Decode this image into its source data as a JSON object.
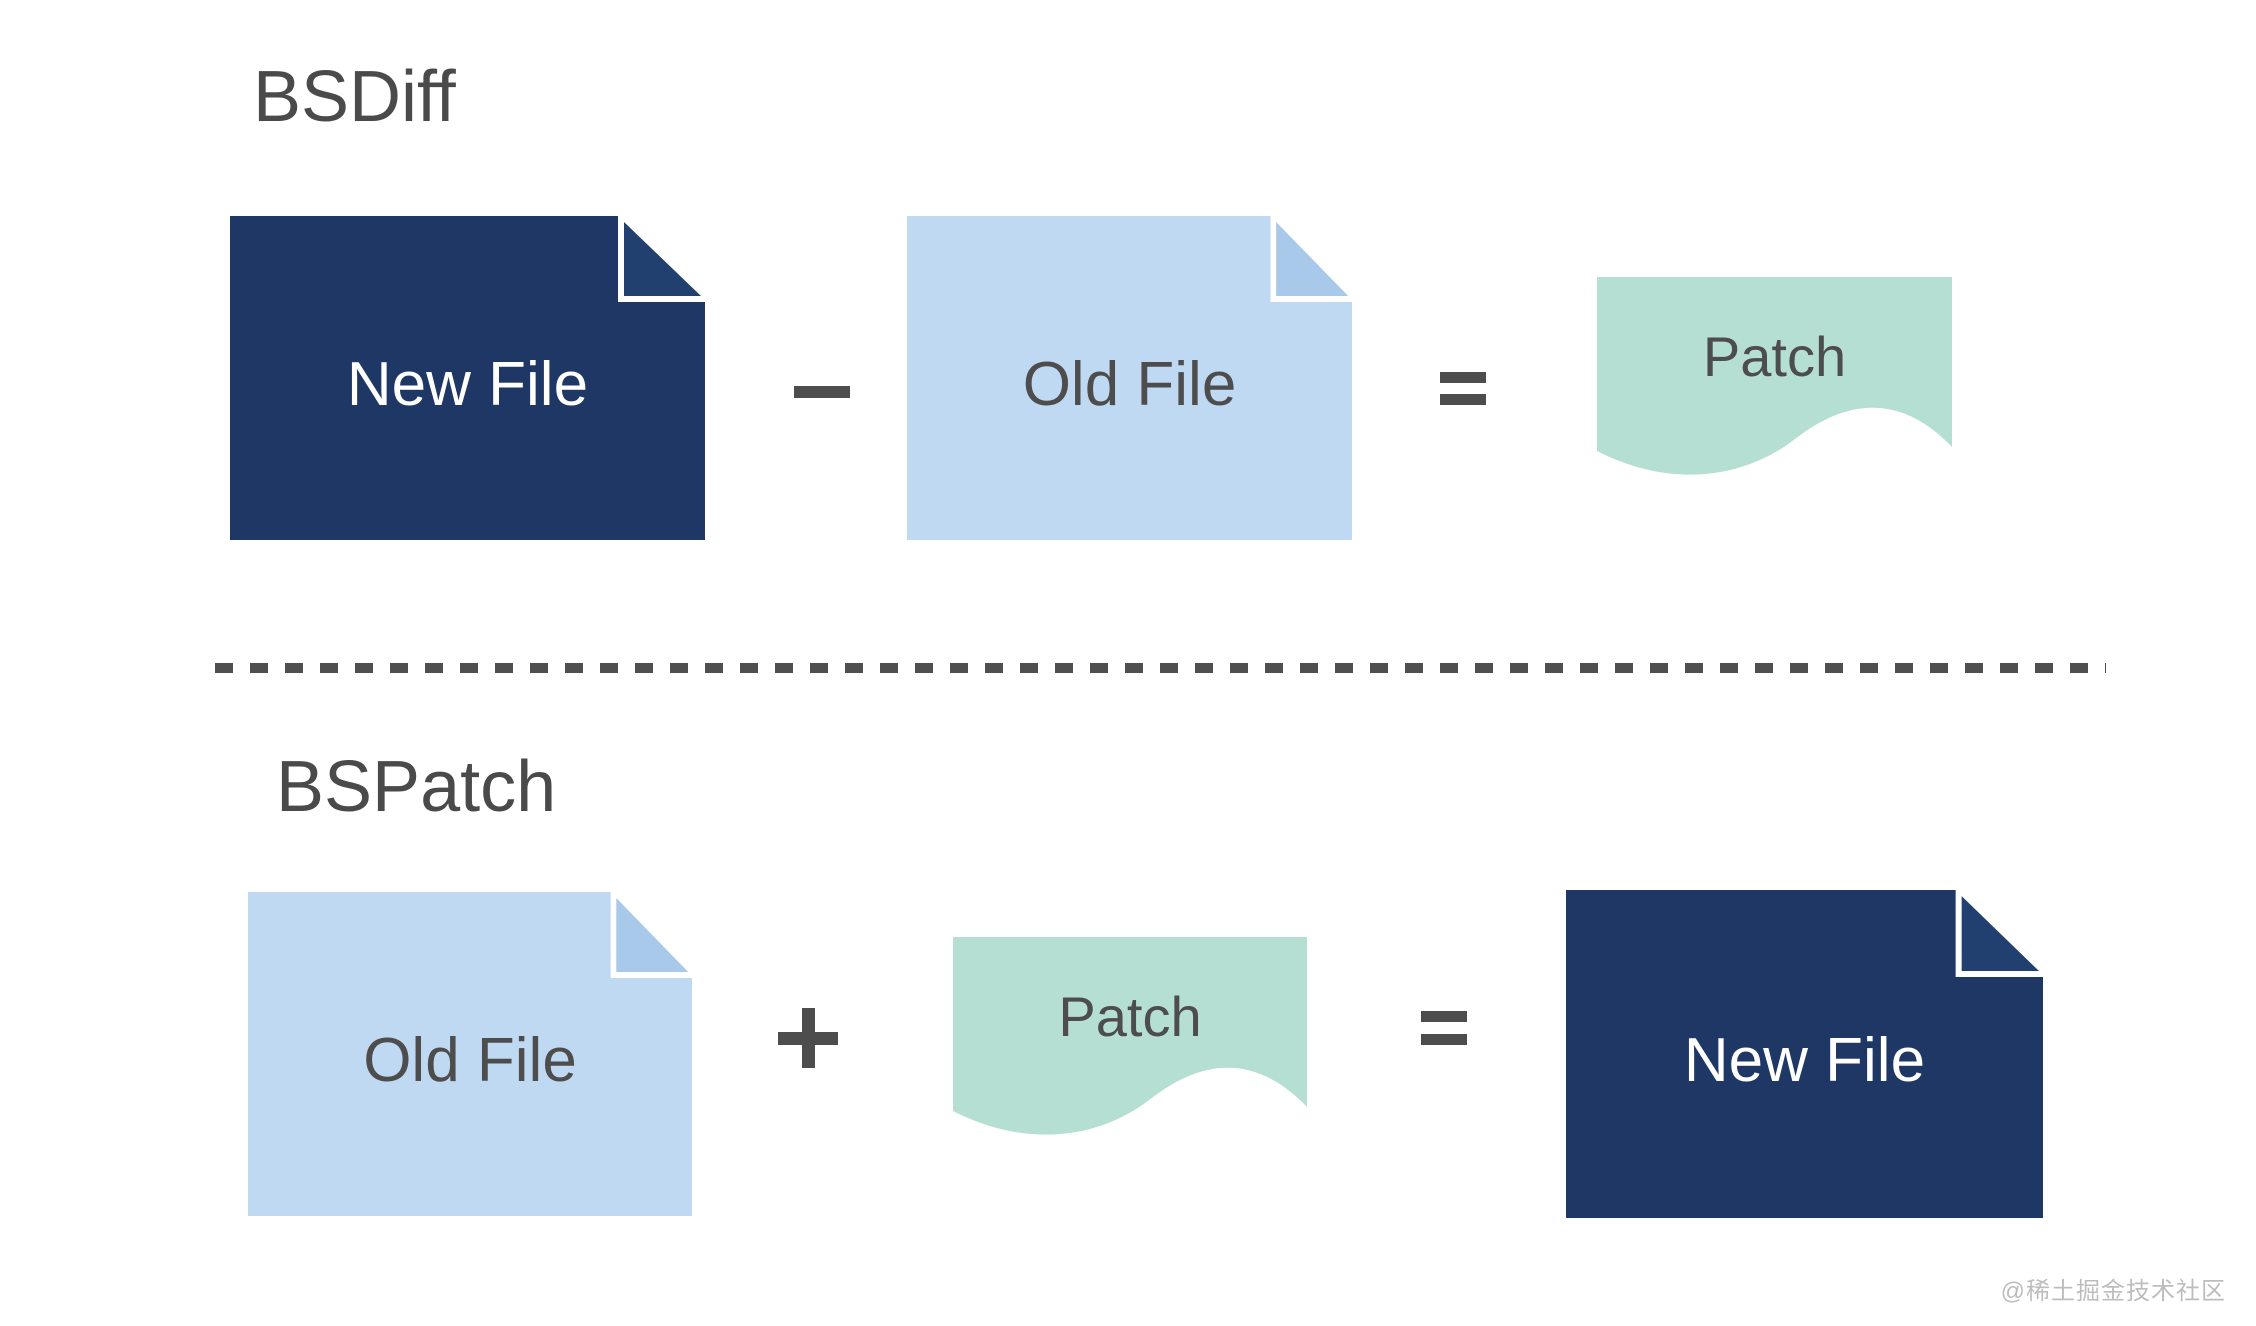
{
  "page": {
    "description": "BSDiff / BSPatch binary diff and patch explanation diagram",
    "watermark": "@稀土掘金技术社区"
  },
  "colors": {
    "background": "#ffffff",
    "dark_file": "#1e3765",
    "dark_fold": "#21406f",
    "light_file": "#c0d9f3",
    "light_fold": "#a9c9ea",
    "patch_fill": "#b6dfd3",
    "title_text": "#4a4a4a",
    "label_dark": "#4d4d4d",
    "label_light": "#ffffff",
    "operator": "#4d4d4d",
    "divider": "#4f4f4f",
    "watermark": "#bdbdbd"
  },
  "sections": [
    {
      "id": "bsdiff",
      "title": "BSDiff",
      "equation": [
        {
          "type": "file",
          "variant": "dark",
          "label": "New File"
        },
        {
          "type": "operator",
          "name": "minus",
          "symbol": "−"
        },
        {
          "type": "file",
          "variant": "light",
          "label": "Old File"
        },
        {
          "type": "operator",
          "name": "equals",
          "symbol": "="
        },
        {
          "type": "patch",
          "variant": "teal",
          "label": "Patch"
        }
      ]
    },
    {
      "id": "bspatch",
      "title": "BSPatch",
      "equation": [
        {
          "type": "file",
          "variant": "light",
          "label": "Old File"
        },
        {
          "type": "operator",
          "name": "plus",
          "symbol": "+"
        },
        {
          "type": "patch",
          "variant": "teal",
          "label": "Patch"
        },
        {
          "type": "operator",
          "name": "equals",
          "symbol": "="
        },
        {
          "type": "file",
          "variant": "dark",
          "label": "New File"
        }
      ]
    }
  ]
}
